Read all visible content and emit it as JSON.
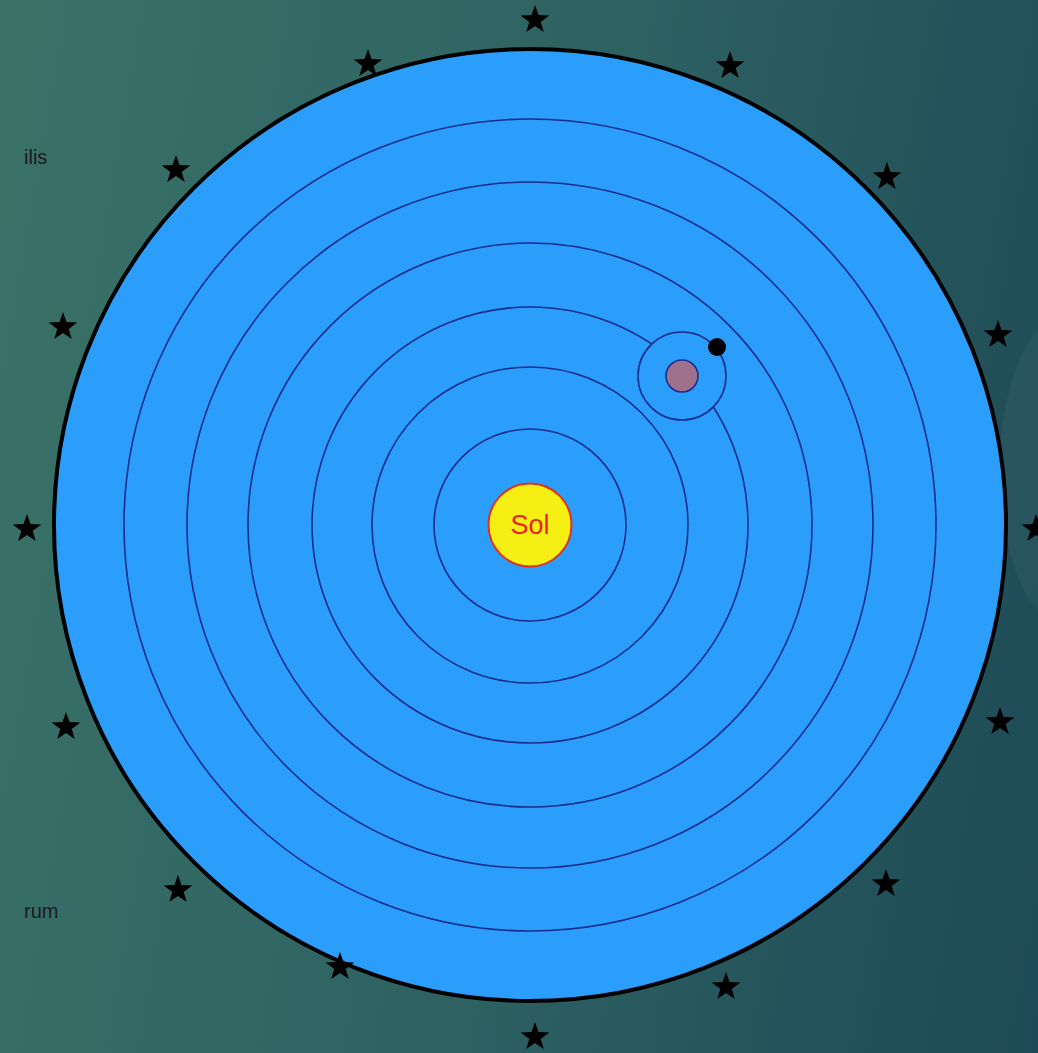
{
  "diagram": {
    "nodes": [
      {
        "text": [
          "Sol"
        ]
      }
    ],
    "labels": [
      "ilis",
      "rum"
    ]
  }
}
